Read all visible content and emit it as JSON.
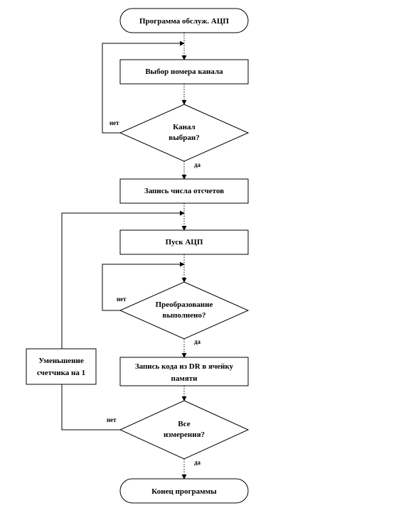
{
  "flowchart": {
    "start": "Программа обслуж. АЦП",
    "select_channel": "Выбор номера канала",
    "channel_selected": [
      "Канал",
      "выбран?"
    ],
    "write_count": "Запись числа отсчетов",
    "start_adc": "Пуск АЦП",
    "conversion_done": [
      "Преобразование",
      "выполнено?"
    ],
    "write_code": [
      "Запись кода из DR в ячейку",
      "памяти"
    ],
    "decrement": [
      "Уменьшение",
      "счетчика на 1"
    ],
    "all_measurements": [
      "Все",
      "измерения?"
    ],
    "end": "Конец программы",
    "labels": {
      "no_1": "нет",
      "yes_1": "да",
      "no_2": "нет",
      "yes_2": "да",
      "no_3": "нет",
      "yes_3": "да"
    }
  }
}
